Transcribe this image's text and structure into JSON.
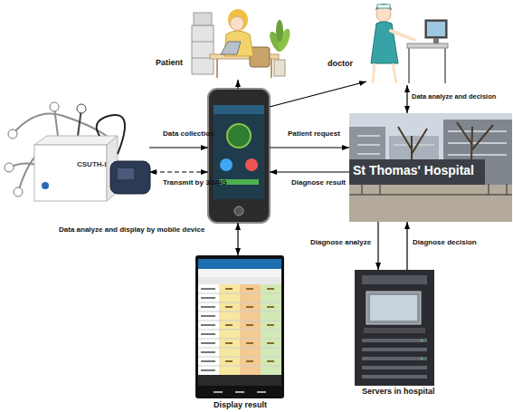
{
  "diagram": {
    "nodes": [
      {
        "text": [
          "Patient"
        ]
      },
      {
        "text": [
          "doctor"
        ]
      },
      {
        "text": [
          "CSUTH-I"
        ]
      },
      {
        "text": [
          "Data analyze and display by mobile device"
        ]
      },
      {
        "text": [
          "St Thomas' Hospital"
        ]
      },
      {
        "text": [
          "Display result"
        ]
      },
      {
        "text": [
          "Servers in hospital"
        ]
      }
    ],
    "edges": [
      {
        "from": 2,
        "to": 3,
        "label": "Data collection",
        "arrow": "to"
      },
      {
        "from": 3,
        "to": 2,
        "label": "Transmit by 3G/4G",
        "arrow": "both"
      },
      {
        "from": 3,
        "to": 0,
        "arrow": "to"
      },
      {
        "from": 3,
        "to": 1,
        "arrow": "to"
      },
      {
        "from": 3,
        "to": 4,
        "label": "Patient request",
        "arrow": "to"
      },
      {
        "from": 4,
        "to": 3,
        "label": "Diagnose result",
        "arrow": "to"
      },
      {
        "from": 1,
        "to": 4,
        "label": "Data analyze and decision",
        "arrow": "both"
      },
      {
        "from": 3,
        "to": 5,
        "arrow": "both"
      },
      {
        "from": 4,
        "to": 6,
        "label": "Diagnose analyze",
        "arrow": "to"
      },
      {
        "from": 6,
        "to": 4,
        "label": "Diagnose decision",
        "arrow": "to"
      }
    ]
  }
}
